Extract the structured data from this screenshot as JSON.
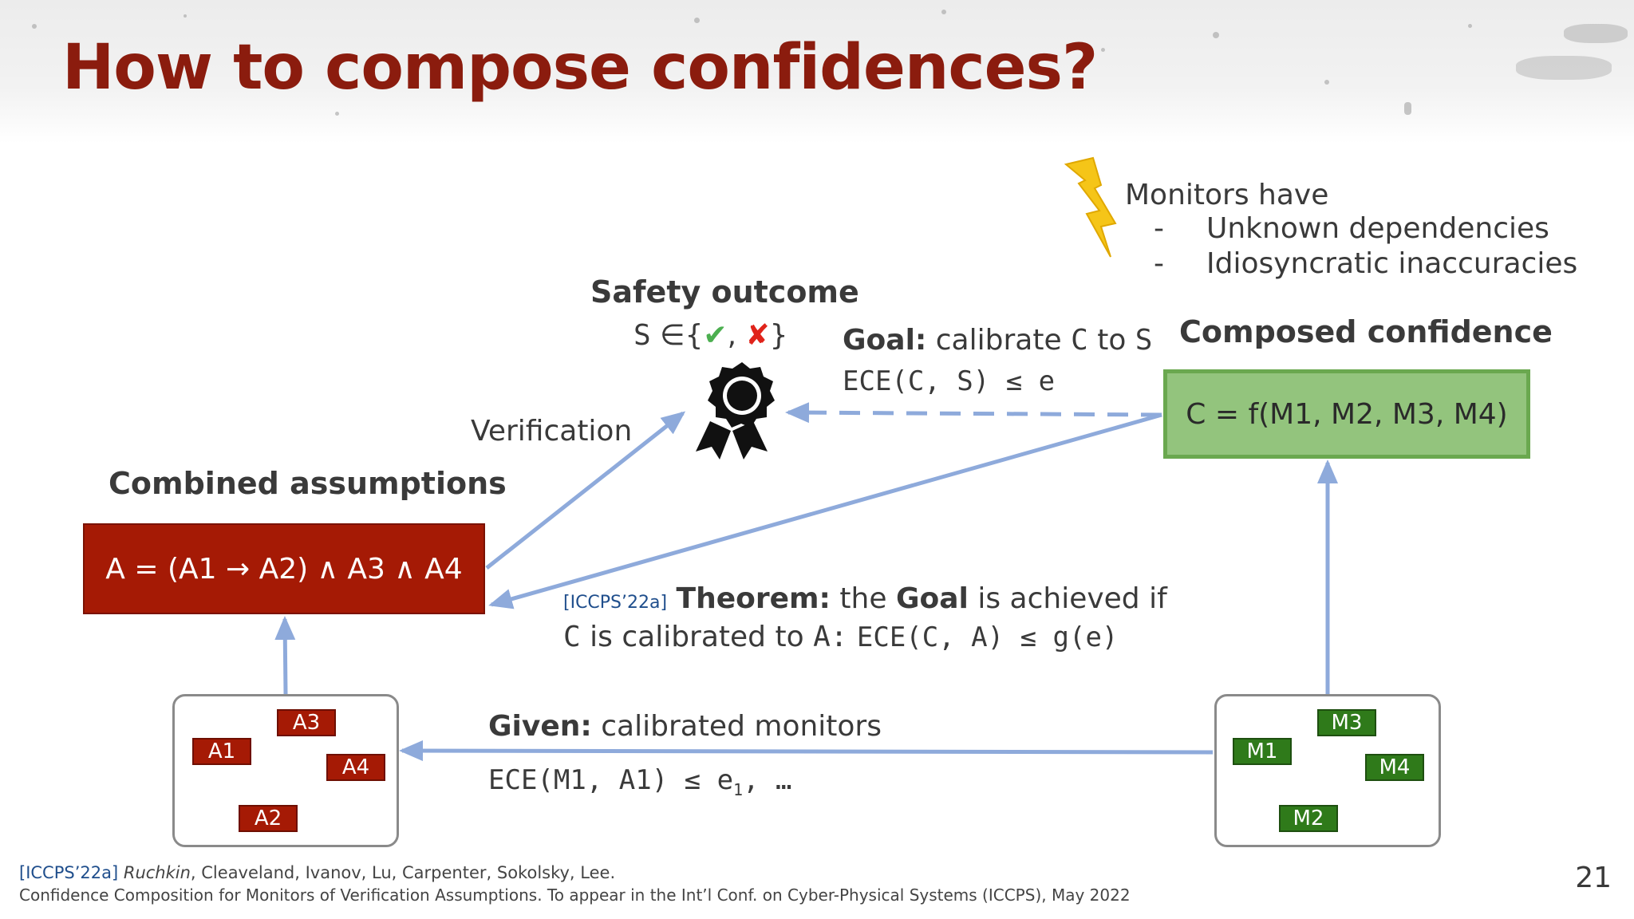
{
  "slide": {
    "title": "How to compose confidences?",
    "page_number": "21"
  },
  "monitors_note": {
    "heading": "Monitors have",
    "bullets": [
      {
        "dash": "-",
        "text": "Unknown dependencies"
      },
      {
        "dash": "-",
        "text": "Idiosyncratic inaccuracies"
      }
    ]
  },
  "safety": {
    "heading": "Safety outcome",
    "set_prefix": "S",
    "elem_of": "∈",
    "open_brace": "{",
    "check_mark": "✔",
    "comma": ",",
    "cross_mark": "✘",
    "close_brace": "}"
  },
  "goal": {
    "label": "Goal:",
    "text1": "calibrate",
    "var_c": "C",
    "text2": "to",
    "var_s": "S",
    "formula": "ECE(C, S) ≤ e"
  },
  "composed": {
    "heading": "Composed confidence",
    "formula": "C = f(M1, M2, M3, M4)"
  },
  "verification_label": "Verification",
  "combined": {
    "heading": "Combined assumptions",
    "formula": "A = (A1 → A2) ∧ A3 ∧ A4"
  },
  "theorem": {
    "cite": "[ICCPS’22a]",
    "label": "Theorem:",
    "text1": "the",
    "goal_word": "Goal",
    "text2": "is achieved if",
    "var_c": "C",
    "text3": "is calibrated to",
    "var_a": "A:",
    "formula": "ECE(C, A) ≤ g(e)"
  },
  "given": {
    "label": "Given:",
    "text": "calibrated monitors",
    "formula": "ECE(M1, A1) ≤ e",
    "subscript": "1",
    "tail": ", …"
  },
  "assumption_tags": [
    "A1",
    "A2",
    "A3",
    "A4"
  ],
  "monitor_tags": [
    "M1",
    "M2",
    "M3",
    "M4"
  ],
  "footer": {
    "cite": "[ICCPS’22a]",
    "first_author": "Ruchkin",
    "authors_rest": ", Cleaveland, Ivanov, Lu, Carpenter, Sokolsky, Lee.",
    "line2": "Confidence Composition for Monitors of Verification Assumptions. To appear in the Int’l Conf. on Cyber-Physical Systems (ICCPS), May 2022"
  },
  "colors": {
    "title": "#8b1c0e",
    "assumption_red": "#a51a05",
    "composed_green": "#93c47d",
    "monitor_green": "#2f7a1a",
    "arrow_blue": "#8eaadb",
    "check_green": "#4caf50",
    "cross_red": "#e0231a",
    "bolt_yellow": "#f5c518"
  },
  "icons": {
    "lightning": "lightning-bolt-icon",
    "award": "award-ribbon-icon"
  }
}
